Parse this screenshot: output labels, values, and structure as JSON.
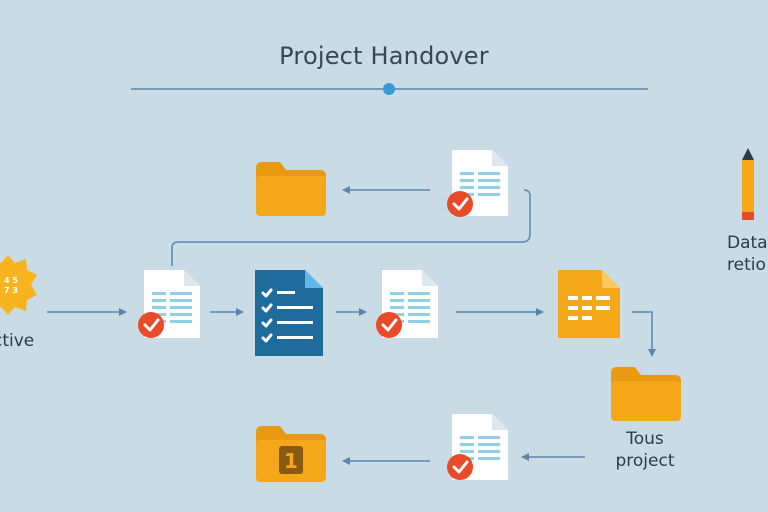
{
  "title": "Project Handover",
  "labels": {
    "objective": "ctive",
    "tous_line1": "Tous",
    "tous_line2": "project",
    "data_line1": "Data",
    "data_line2": "retio"
  },
  "icons": {
    "badge_text": "4 5\n7 3",
    "folder_number": "1"
  },
  "colors": {
    "background": "#c9dbe4",
    "line": "#5b86ad",
    "folder": "#f5a71a",
    "doc_blue": "#1f6b9c",
    "check_red": "#e84a2a",
    "badge_orange": "#f7b41e"
  }
}
